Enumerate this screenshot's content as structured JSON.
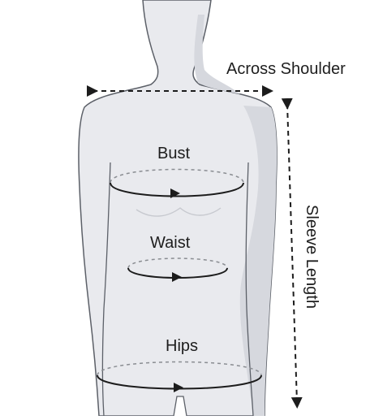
{
  "labels": {
    "across_shoulder": "Across Shoulder",
    "bust": "Bust",
    "waist": "Waist",
    "hips": "Hips",
    "sleeve_length": "Sleeve Length"
  },
  "colors": {
    "body_fill": "#e9eaee",
    "body_shadow": "#d6d8de",
    "body_outline": "#5c6068",
    "measure_line": "#1c1c1c",
    "dashed_guide": "#8a8d92",
    "text": "#1e1e1e"
  }
}
